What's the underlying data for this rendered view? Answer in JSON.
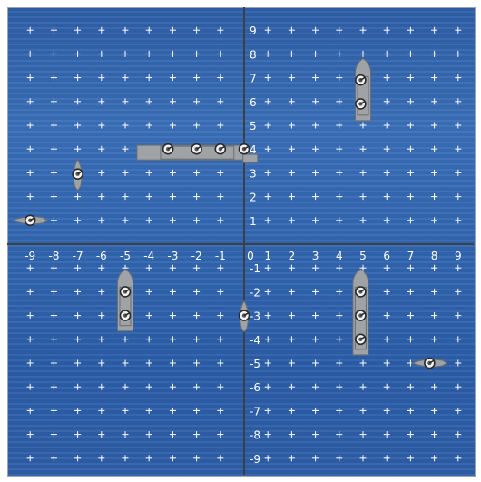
{
  "axis": {
    "x_ticks": [
      "-9",
      "-8",
      "-7",
      "-6",
      "-5",
      "-4",
      "-3",
      "-2",
      "-1",
      "0",
      "1",
      "2",
      "3",
      "4",
      "5",
      "6",
      "7",
      "8",
      "9"
    ],
    "y_ticks": [
      "9",
      "8",
      "7",
      "6",
      "5",
      "4",
      "3",
      "2",
      "1",
      "-1",
      "-2",
      "-3",
      "-4",
      "-5",
      "-6",
      "-7",
      "-8",
      "-9"
    ],
    "range": [
      -9.8,
      9.8
    ]
  },
  "colors": {
    "sea": "#2f63ad",
    "grid_plus": "#ffffff",
    "axis_line": "#3b3f46",
    "ship": "#9fa3a6",
    "ship_edge": "#6b6f72"
  },
  "ships": [
    {
      "id": "ship-a",
      "orientation": "vertical",
      "length": 2,
      "x": 5,
      "y": 6.35,
      "turrets": [
        [
          4.9,
          6.9
        ],
        [
          4.9,
          5.9
        ]
      ]
    },
    {
      "id": "ship-b",
      "orientation": "horizontal",
      "length": 4,
      "x": -2.2,
      "y": 3.85,
      "turrets": [
        [
          -3.2,
          4.0
        ],
        [
          -2.0,
          4.0
        ],
        [
          -1.0,
          4.0
        ],
        [
          0.0,
          4.0
        ]
      ]
    },
    {
      "id": "ship-c",
      "orientation": "vertical",
      "length": 1,
      "x": -7.0,
      "y": 2.95,
      "turrets": [
        [
          -7.0,
          2.95
        ]
      ]
    },
    {
      "id": "ship-d",
      "orientation": "horizontal",
      "length": 1,
      "x": -9.0,
      "y": 1.0,
      "turrets": [
        [
          -9.0,
          1.0
        ]
      ]
    },
    {
      "id": "ship-e",
      "orientation": "vertical",
      "length": 2,
      "x": -5.0,
      "y": -2.5,
      "turrets": [
        [
          -5.0,
          -2.0
        ],
        [
          -5.0,
          -3.0
        ]
      ]
    },
    {
      "id": "ship-f",
      "orientation": "vertical",
      "length": 1,
      "x": 0.0,
      "y": -3.0,
      "turrets": [
        [
          0.0,
          -3.0
        ]
      ]
    },
    {
      "id": "ship-g",
      "orientation": "vertical",
      "length": 3,
      "x": 4.9,
      "y": -3.0,
      "turrets": [
        [
          4.9,
          -2.0
        ],
        [
          4.9,
          -3.0
        ],
        [
          4.9,
          -4.0
        ]
      ]
    },
    {
      "id": "ship-h",
      "orientation": "horizontal",
      "length": 1,
      "x": 7.8,
      "y": -5.0,
      "turrets": [
        [
          7.8,
          -5.0
        ]
      ]
    }
  ]
}
